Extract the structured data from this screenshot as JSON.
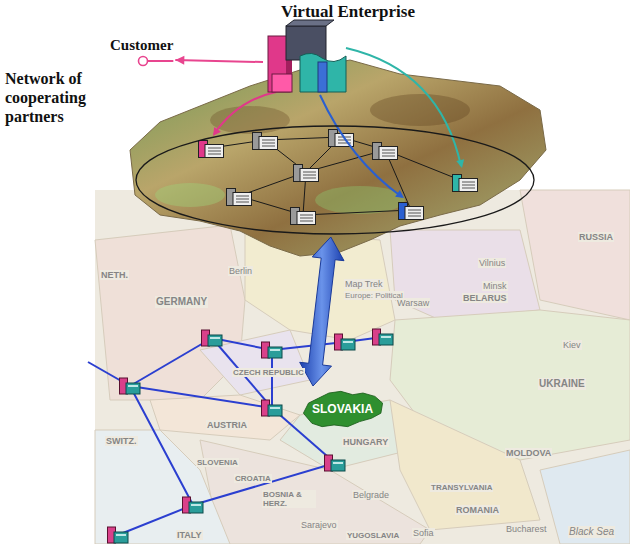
{
  "diagram": {
    "nodes": [
      {
        "text": [
          "Virtual Enterprise"
        ]
      },
      {
        "text": [
          "Customer"
        ]
      },
      {
        "text": [
          "Network of cooperating partners"
        ]
      },
      {
        "text": [
          "SLOVAKIA"
        ]
      }
    ],
    "edges": [
      {
        "from": 0,
        "to": 1,
        "arrow": "to"
      },
      {
        "from": 2,
        "to": 3,
        "arrow": "both"
      }
    ],
    "labels": [
      "RUSSIA",
      "Vilnius",
      "Minsk",
      "BELARUS",
      "Map Trek",
      "Europe: Political",
      "Berlin",
      "Warsaw",
      "NETH.",
      "GERMANY",
      "Kiev",
      "UKRAINE",
      "CZECH REPUBLIC",
      "SWITZ.",
      "AUSTRIA",
      "SLOVENIA",
      "CROATIA",
      "HUNGARY",
      "MOLDOVA",
      "TRANSYLVANIA",
      "ROMANIA",
      "Belgrade",
      "Bucharest",
      "BOSNIA & HERZ.",
      "Sarajevo",
      "Sofia",
      "ITALY",
      "Black Sea",
      "YUGOSLAVIA"
    ]
  }
}
